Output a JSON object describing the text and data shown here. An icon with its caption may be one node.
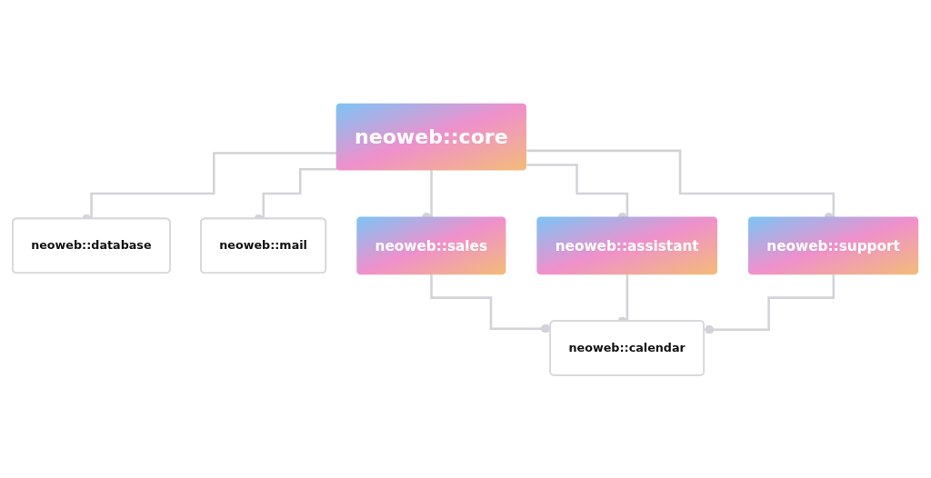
{
  "diagram": {
    "nodes": [
      {
        "text": [
          "neoweb::database"
        ]
      },
      {
        "text": [
          "neoweb::core"
        ]
      },
      {
        "text": [
          "neoweb::mail"
        ]
      },
      {
        "text": [
          "neoweb::sales"
        ]
      },
      {
        "text": [
          "neoweb::assistant"
        ]
      },
      {
        "text": [
          "neoweb::support"
        ]
      },
      {
        "text": [
          "neoweb::calendar"
        ]
      }
    ],
    "edges": [
      {
        "from": 1,
        "to": 0,
        "arrow": "other"
      },
      {
        "from": 1,
        "to": 2,
        "arrow": "other"
      },
      {
        "from": 1,
        "to": 3,
        "arrow": "other"
      },
      {
        "from": 1,
        "to": 4,
        "arrow": "other"
      },
      {
        "from": 1,
        "to": 5,
        "arrow": "other"
      },
      {
        "from": 3,
        "to": 6,
        "arrow": "other"
      },
      {
        "from": 4,
        "to": 6,
        "arrow": "other"
      },
      {
        "from": 5,
        "to": 6,
        "arrow": "other"
      }
    ]
  }
}
